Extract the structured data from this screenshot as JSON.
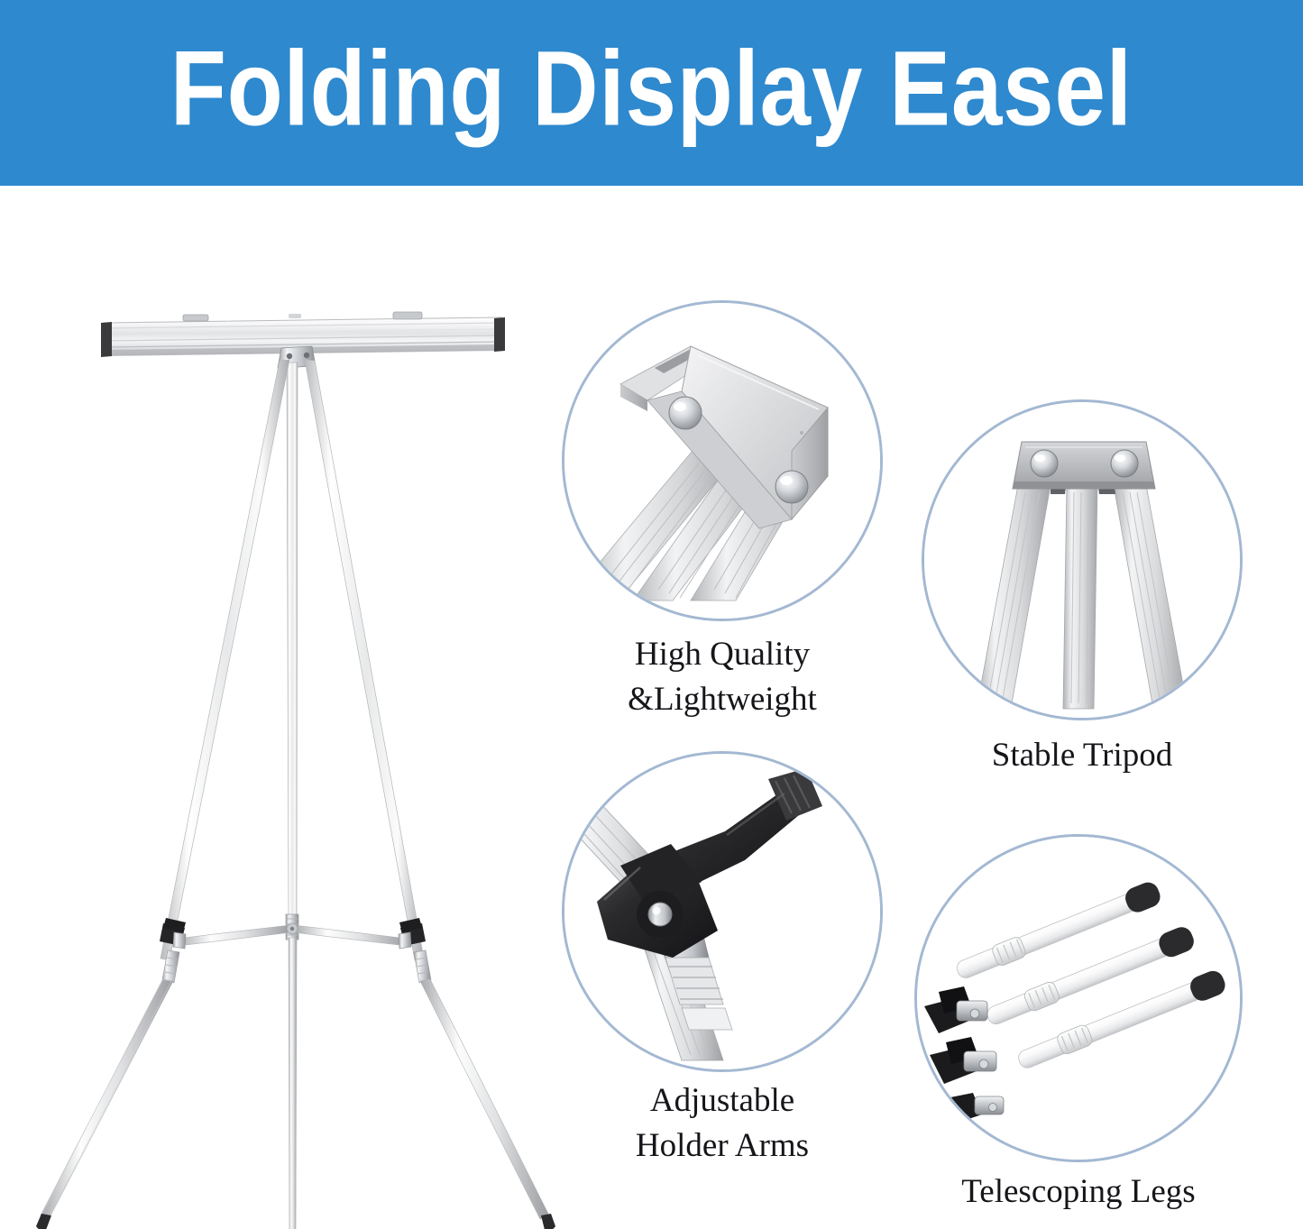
{
  "header": {
    "title": "Folding Display Easel",
    "background_color": "#2e89ce",
    "text_color": "#ffffff"
  },
  "product": {
    "name": "folding-display-easel",
    "alt": "Aluminum tripod folding display easel with horizontal crossbar",
    "colors": {
      "aluminum_light": "#f2f2f2",
      "aluminum_mid": "#d9dadc",
      "aluminum_dark": "#a9abae",
      "black_cap": "#2b2b2d",
      "chrome": "#c9ccd1"
    }
  },
  "features": [
    {
      "id": "high-quality-lightweight",
      "icon": "bracket-detail-photo",
      "label": "High Quality\n&Lightweight",
      "border_color": "#a3b8d2"
    },
    {
      "id": "stable-tripod",
      "icon": "tripod-head-photo",
      "label": "Stable Tripod",
      "border_color": "#a3b8d2"
    },
    {
      "id": "adjustable-holder-arms",
      "icon": "holder-arm-clamp-photo",
      "label": "Adjustable\nHolder Arms",
      "border_color": "#a3b8d2"
    },
    {
      "id": "telescoping-legs",
      "icon": "telescoping-legs-photo",
      "label": "Telescoping Legs",
      "border_color": "#a3b8d2"
    }
  ]
}
